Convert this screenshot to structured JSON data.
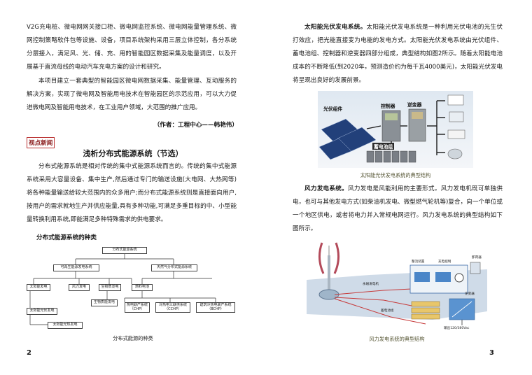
{
  "left_page": {
    "para1": "V2G充电桩、微电网网关接口柜、微电网监控系统、微电网能量管理系统、微网控制策略软件包等设施、设备，项目系统架构采用三层立体控制，各分系统分层接入，满足风、光、储、充、用的智能园区数据采集及能量调度，以及开展基于直流母线的电动汽车充电方案的设计和研究。",
    "para2": "本项目建立一套典型的智能园区微电网数据采集、能量管理、互动服务的解决方案，实现了微电网及智能用电技术在智能园区的示范应用，可以大力促进微电网及智能用电技术，在工业用户领域，大范围的推广应用。",
    "author": "（作者：工程中心——韩艳伟）",
    "section_tag": "视点新闻",
    "article_title": "浅析分布式能源系统（节选）",
    "para3": "分布式能源系统是相对传统的集中式能源系统而言的。传统的集中式能源系统采用大容量设备、集中生产,然后通过专门的输送设施(大电网、大热网等)将各种能量输送给较大范围内的众多用户;而分布式能源系统则是直接面向用户,按用户的需求就地生产并供应能量,具有多种功能,可满足多重目标的中、小型能量转换利用系统,即能满足多种特殊需求的供电要求。",
    "subhead": "分布式能源系统的种类",
    "diagram": {
      "root": "分布式能源系统",
      "renewable": "可再生能源发电系统",
      "gas": "天然气分布式能源系统",
      "solar": "太阳能发电",
      "wind": "风力发电",
      "biomass": "生物质发电",
      "fuelcell": "燃料电池",
      "pv": "太阳能光伏发电",
      "thermal": "太阳能光热发电",
      "biogas": "生物质能发电",
      "chp": "热电联产系统\n（CHP）",
      "cchp": "冷热电三联供系统\n（CCHP）",
      "bchp": "建筑冷热电联产系统\n（BCHP）"
    },
    "diagram_caption": "分布式能源的种类",
    "page_number": "2"
  },
  "right_page": {
    "solar_lead": "太阳能光伏发电系统。",
    "solar_text": "太阳能光伏发电系统是一种利用光伏电池的光生伏打效应，把光能直接变为电能的发电方式。太阳能光伏发电系统由光伏组件、蓄电池组、控制器和逆变器四部分组成，典型结构如图2所示。随着太阳能电池成本的不断降低(到2020年，预测造价约为每千瓦4000美元)，太阳能光伏发电将呈现出良好的发展前景。",
    "solar_fig": {
      "pv_label": "光伏组件",
      "controller_label": "控制器",
      "inverter_label": "逆变器",
      "battery_label": "蓄电池组"
    },
    "solar_caption": "太阳能光伏发电系统的典型结构",
    "wind_lead": "风力发电系统。",
    "wind_text": "风力发电是风能利用的主要形式。风力发电机既可单独供电，也可与其他发电方式(如柴油机发电、微型燃气轮机等)复合，向一个单位或一个地区供电，或者将电力并入常规电网运行。风力发电系统的典型结构如下图所示。",
    "wind_fig": {
      "rectifier": "整流装置",
      "charge_ctrl": "充电控制",
      "unload": "卸荷器",
      "generator": "永磁发电机",
      "battery": "蓄电池组",
      "inverter": "逆变器",
      "output": "输出120/380Vac"
    },
    "wind_caption": "风力发电系统的典型结构",
    "page_number": "3"
  }
}
